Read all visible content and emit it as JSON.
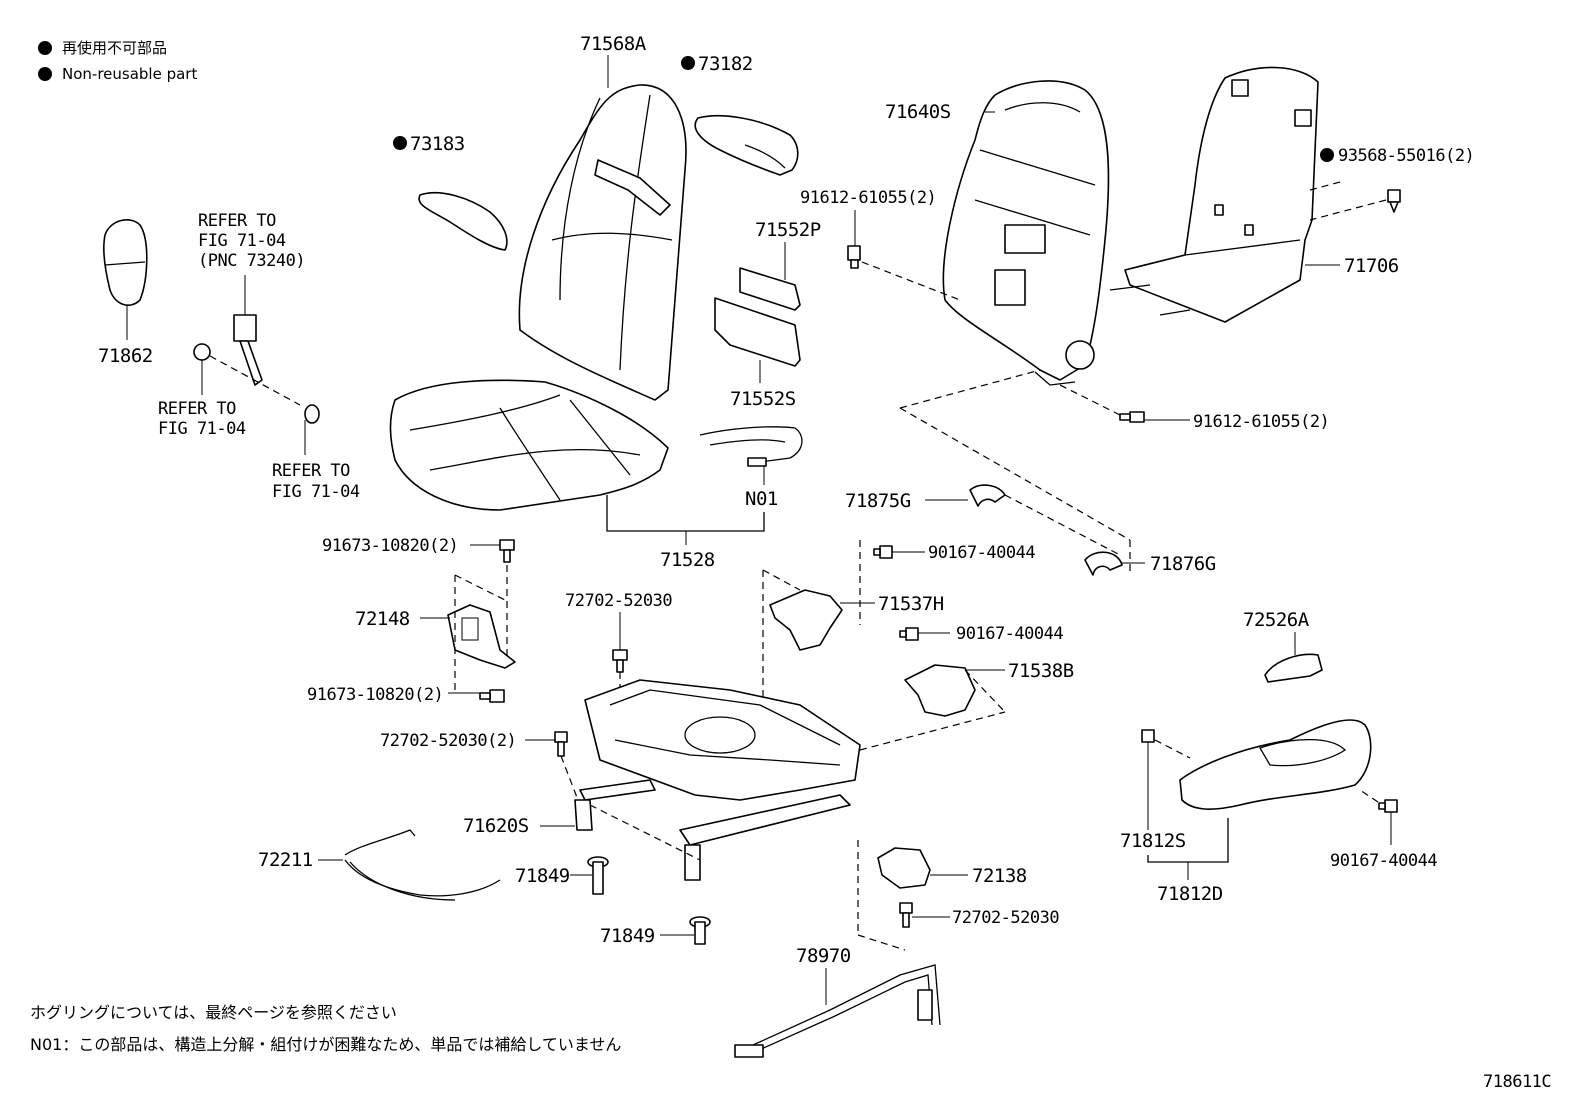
{
  "legend": {
    "jp": "再使用不可部品",
    "en": "Non-reusable part"
  },
  "labels": {
    "p71568A": "71568A",
    "p73182": "73182",
    "p73183": "73183",
    "p71640S": "71640S",
    "p91612a": "91612-61055(2)",
    "p93568": "93568-55016(2)",
    "p71706": "71706",
    "p71552P": "71552P",
    "p71552S": "71552S",
    "p71862": "71862",
    "refer1_line1": "REFER TO",
    "refer1_line2": "FIG 71-04",
    "refer1_line3": "(PNC 73240)",
    "refer2_line1": "REFER TO",
    "refer2_line2": "FIG 71-04",
    "refer3_line1": "REFER TO",
    "refer3_line2": "FIG 71-04",
    "p91612b": "91612-61055(2)",
    "pN01": "N01",
    "p71875G": "71875G",
    "p71528": "71528",
    "p91673a": "91673-10820(2)",
    "p90167a": "90167-40044",
    "p71876G": "71876G",
    "p72702a": "72702-52030",
    "p71537H": "71537H",
    "p72148": "72148",
    "p90167b": "90167-40044",
    "p72526A": "72526A",
    "p71538B": "71538B",
    "p91673b": "91673-10820(2)",
    "p72702b": "72702-52030(2)",
    "p71620S": "71620S",
    "p71812S": "71812S",
    "p90167c": "90167-40044",
    "p72211": "72211",
    "p71849a": "71849",
    "p72138": "72138",
    "p71812D": "71812D",
    "p72702c": "72702-52030",
    "p71849b": "71849",
    "p78970": "78970"
  },
  "notes": {
    "hog_ring": "ホグリングについては、最終ページを参照ください",
    "n01_note": "N01：この部品は、構造上分解・組付けが困難なため、単品では補給していません"
  },
  "figure_id": "718611C"
}
